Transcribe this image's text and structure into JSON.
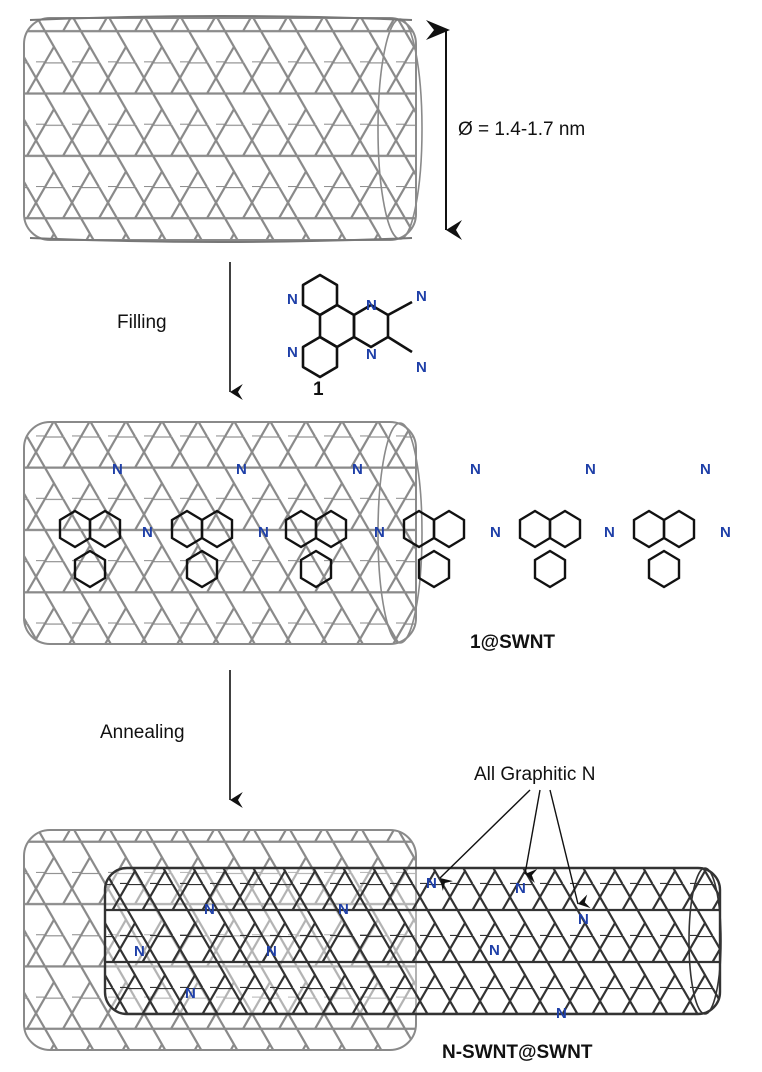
{
  "diameter_label": "Ø = 1.4-1.7 nm",
  "step1_label": "Filling",
  "step2_label": "Annealing",
  "compound_number": "1",
  "intermediate_label": "1@SWNT",
  "product_label": "N-SWNT@SWNT",
  "graphitic_label": "All Graphitic N",
  "nitrogen_symbol": "N",
  "colors": {
    "nitrogen": "#1e3fa8",
    "tube": "#8a8a8a",
    "inner_tube": "#333333",
    "bond": "#111111"
  }
}
